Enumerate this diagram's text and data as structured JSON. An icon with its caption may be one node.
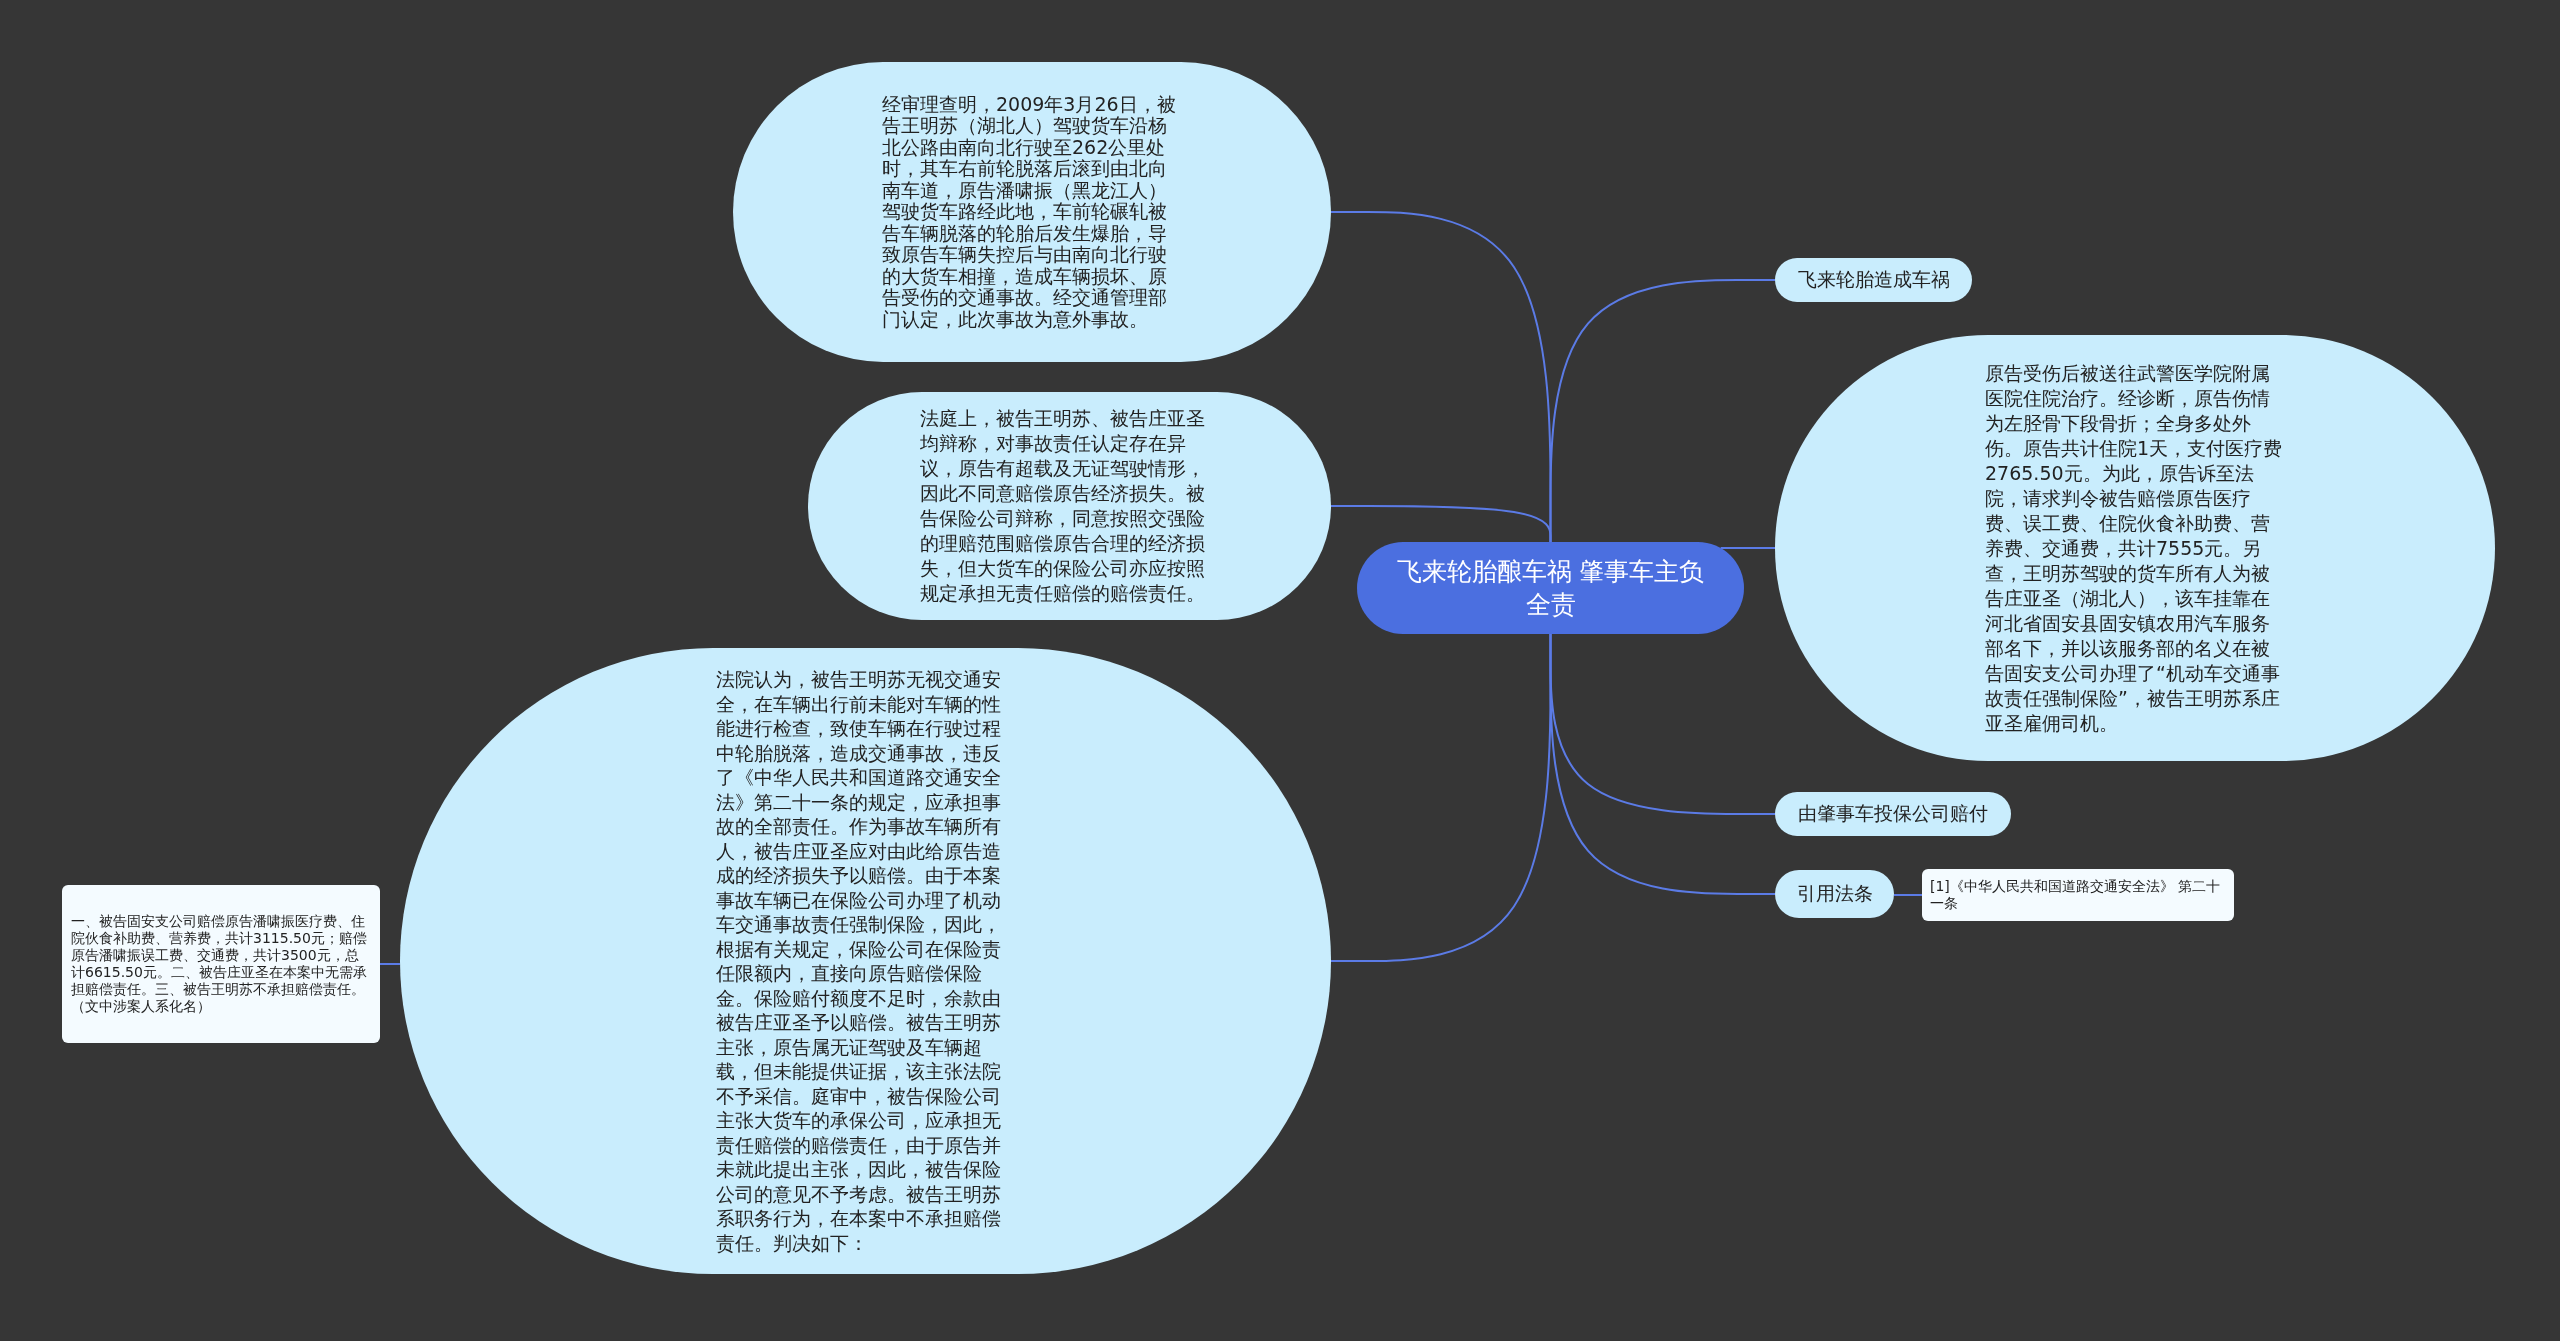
{
  "diagram": {
    "nodes": [
      {
        "text": [
          "飞来轮胎酿车祸 肇事车主负全责"
        ]
      },
      {
        "text": [
          "经审理查明，2009年3月26日，被告王明苏（湖北人）驾驶货车沿杨北公路由南向北行驶至262公里处时，其车右前轮脱落后滚到由北向南车道，原告潘啸振（黑龙江人）驾驶货车路经此地，车前轮碾轧被告车辆脱落的轮胎后发生爆胎，导致原告车辆失控后与由南向北行驶的大货车相撞，造成车辆损坏、原告受伤的交通事故。经交通管理部门认定，此次事故为意外事故。"
        ]
      },
      {
        "text": [
          "法庭上，被告王明苏、被告庄亚圣均辩称，对事故责任认定存在异议，原告有超载及无证驾驶情形，因此不同意赔偿原告经济损失。被告保险公司辩称，同意按照交强险的理赔范围赔偿原告合理的经济损失，但大货车的保险公司亦应按照规定承担无责任赔偿的赔偿责任。"
        ]
      },
      {
        "text": [
          "法院认为，被告王明苏无视交通安全，在车辆出行前未能对车辆的性能进行检查，致使车辆在行驶过程中轮胎脱落，造成交通事故，违反了《中华人民共和国道路交通安全法》第二十一条的规定，应承担事故的全部责任。作为事故车辆所有人，被告庄亚圣应对由此给原告造成的经济损失予以赔偿。由于本案事故车辆已在保险公司办理了机动车交通事故责任强制保险，因此，根据有关规定，保险公司在保险责任限额内，直接向原告赔偿保险金。保险赔付额度不足时，余款由被告庄亚圣予以赔偿。被告王明苏主张，原告属无证驾驶及车辆超载，但未能提供证据，该主张法院不予采信。庭审中，被告保险公司主张大货车的承保公司，应承担无责任赔偿的赔偿责任，由于原告并未就此提出主张，因此，被告保险公司的意见不予考虑。被告王明苏系职务行为，在本案中不承担赔偿责任。判决如下："
        ]
      },
      {
        "text": [
          "一、被告固安支公司赔偿原告潘啸振医疗费、住院伙食补助费、营养费，共计3115.50元；赔偿原告潘啸振误工费、交通费，共计3500元，总计6615.50元。二、被告庄亚圣在本案中无需承担赔偿责任。三、被告王明苏不承担赔偿责任。（文中涉案人系化名）"
        ]
      },
      {
        "text": [
          "飞来轮胎造成车祸"
        ]
      },
      {
        "text": [
          "原告受伤后被送往武警医学院附属医院住院治疗。经诊断，原告伤情为左胫骨下段骨折；全身多处外伤。原告共计住院1天，支付医疗费2765.50元。为此，原告诉至法院，请求判令被告赔偿原告医疗费、误工费、住院伙食补助费、营养费、交通费，共计7555元。另查，王明苏驾驶的货车所有人为被告庄亚圣（湖北人），该车挂靠在河北省固安县固安镇农用汽车服务部名下，并以该服务部的名义在被告固安支公司办理了“机动车交通事故责任强制保险”，被告王明苏系庄亚圣雇佣司机。"
        ]
      },
      {
        "text": [
          "由肇事车投保公司赔付"
        ]
      },
      {
        "text": [
          "引用法条"
        ]
      },
      {
        "text": [
          "[1]《中华人民共和国道路交通安全法》 第二十一条"
        ]
      }
    ],
    "edges": [
      {
        "from": 0,
        "to": 1,
        "arrow": "none"
      },
      {
        "from": 0,
        "to": 2,
        "arrow": "none"
      },
      {
        "from": 0,
        "to": 3,
        "arrow": "none"
      },
      {
        "from": 3,
        "to": 4,
        "arrow": "none"
      },
      {
        "from": 0,
        "to": 5,
        "arrow": "none"
      },
      {
        "from": 0,
        "to": 6,
        "arrow": "none"
      },
      {
        "from": 0,
        "to": 7,
        "arrow": "none"
      },
      {
        "from": 0,
        "to": 8,
        "arrow": "none"
      },
      {
        "from": 8,
        "to": 9,
        "arrow": "none"
      }
    ]
  }
}
